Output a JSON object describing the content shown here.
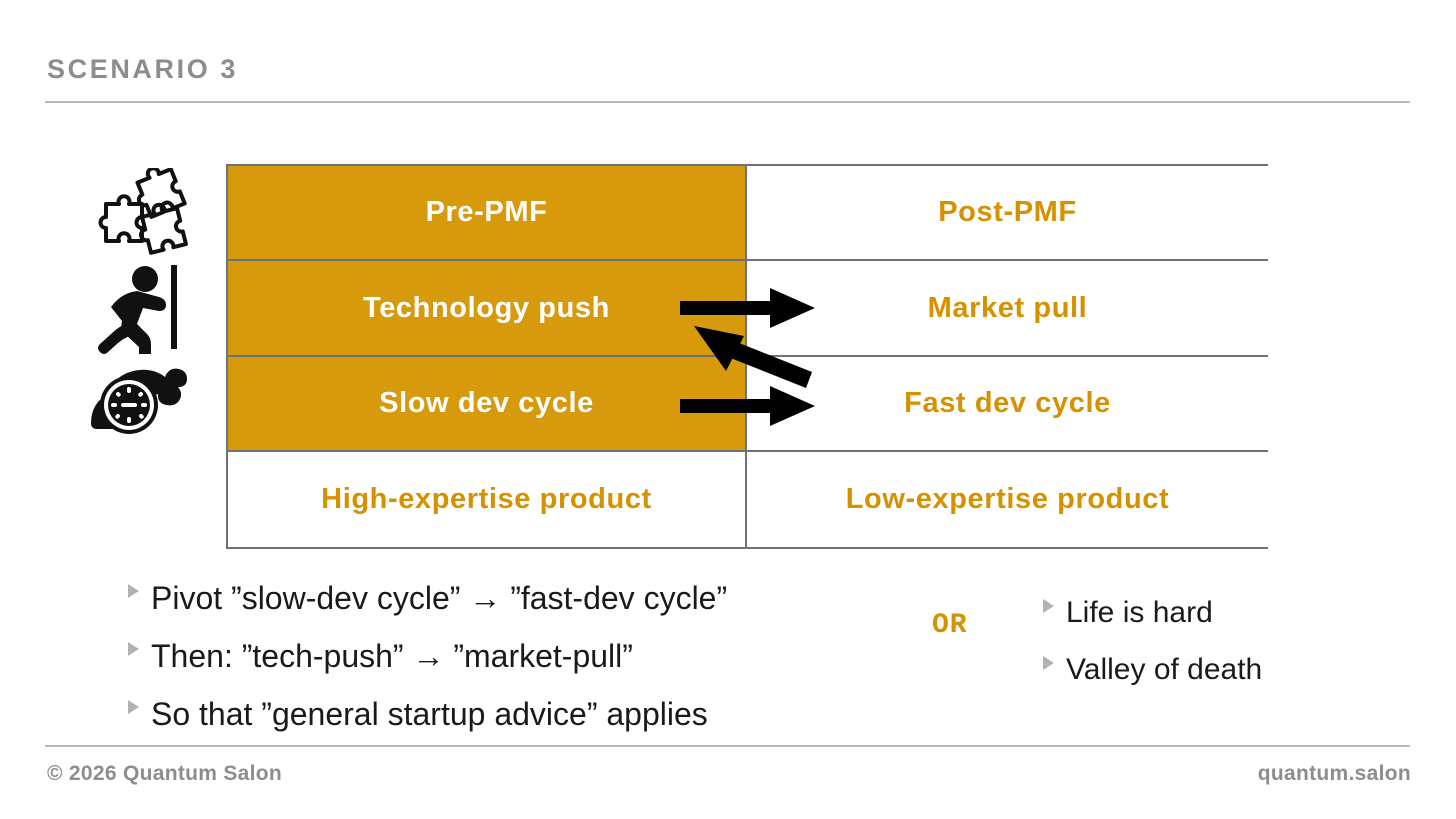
{
  "slide": {
    "title": "SCENARIO 3",
    "accent_color": "#d69a0c",
    "accent_text_color": "#d69100",
    "muted_color": "#8d8d8d"
  },
  "icons": [
    {
      "name": "puzzle-pieces-icon",
      "label": "puzzle-pieces"
    },
    {
      "name": "person-pushing-wall-icon",
      "label": "person-pushing-wall"
    },
    {
      "name": "snail-clock-icon",
      "label": "snail-clock"
    }
  ],
  "matrix": {
    "columns": [
      "Pre-PMF",
      "Post-PMF"
    ],
    "rows": [
      {
        "left": {
          "text": "Pre-PMF",
          "style": "fill-orange"
        },
        "right": {
          "text": "Post-PMF",
          "style": "text-orange"
        }
      },
      {
        "left": {
          "text": "Technology push",
          "style": "fill-orange"
        },
        "right": {
          "text": "Market pull",
          "style": "text-orange"
        }
      },
      {
        "left": {
          "text": "Slow dev cycle",
          "style": "fill-orange"
        },
        "right": {
          "text": "Fast dev cycle",
          "style": "text-orange"
        }
      },
      {
        "left": {
          "text": "High-expertise product",
          "style": "text-orange"
        },
        "right": {
          "text": "Low-expertise product",
          "style": "text-orange"
        }
      }
    ]
  },
  "arrows": [
    {
      "name": "arrow-technology-push-to-market-pull",
      "direction": "right"
    },
    {
      "name": "arrow-fast-dev-cycle-to-market-pull",
      "direction": "diagonal-up-left"
    },
    {
      "name": "arrow-slow-dev-to-fast-dev",
      "direction": "right"
    }
  ],
  "bullets_left": [
    "Pivot ”slow-dev cycle” → ”fast-dev cycle”",
    "Then: ”tech-push” → ”market-pull”",
    "So that ”general startup advice” applies"
  ],
  "or_label": "OR",
  "bullets_right": [
    "Life is hard",
    "Valley of death"
  ],
  "footer": {
    "left": "© 2026 Quantum Salon",
    "right": "quantum.salon"
  }
}
